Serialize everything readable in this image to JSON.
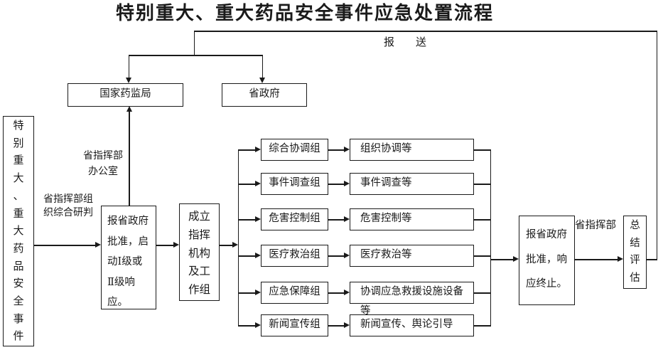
{
  "title": "特别重大、重大药品安全事件应急处置流程",
  "labels": {
    "report_send": "报送",
    "hq_office": "省指挥部\n办公室",
    "hq_research": "省指挥部组\n织综合研判",
    "provincial_hq": "省指挥部"
  },
  "nodes": {
    "event": "特\n别\n重\n大\n、\n重\n大\n药\n品\n安\n全\n事\n件",
    "nmpa": "国家药监局",
    "provincial_government": "省政府",
    "approve_start": "报省政府\n批准，启\n动Ⅰ级或\nⅡ级响\n应。",
    "setup_command": "成立\n指挥\n机构\n及工\n作组",
    "approve_end": "报省政府\n批准，响\n应终止。",
    "summary": "总\n结\n评\n估"
  },
  "groups": [
    {
      "label": "综合协调组",
      "task": "组织协调等"
    },
    {
      "label": "事件调查组",
      "task": "事件调查等"
    },
    {
      "label": "危害控制组",
      "task": "危害控制等"
    },
    {
      "label": "医疗救治组",
      "task": "医疗救治等"
    },
    {
      "label": "应急保障组",
      "task": "协调应急救援设施设备等"
    },
    {
      "label": "新闻宣传组",
      "task": "新闻宣传、舆论引导"
    }
  ]
}
